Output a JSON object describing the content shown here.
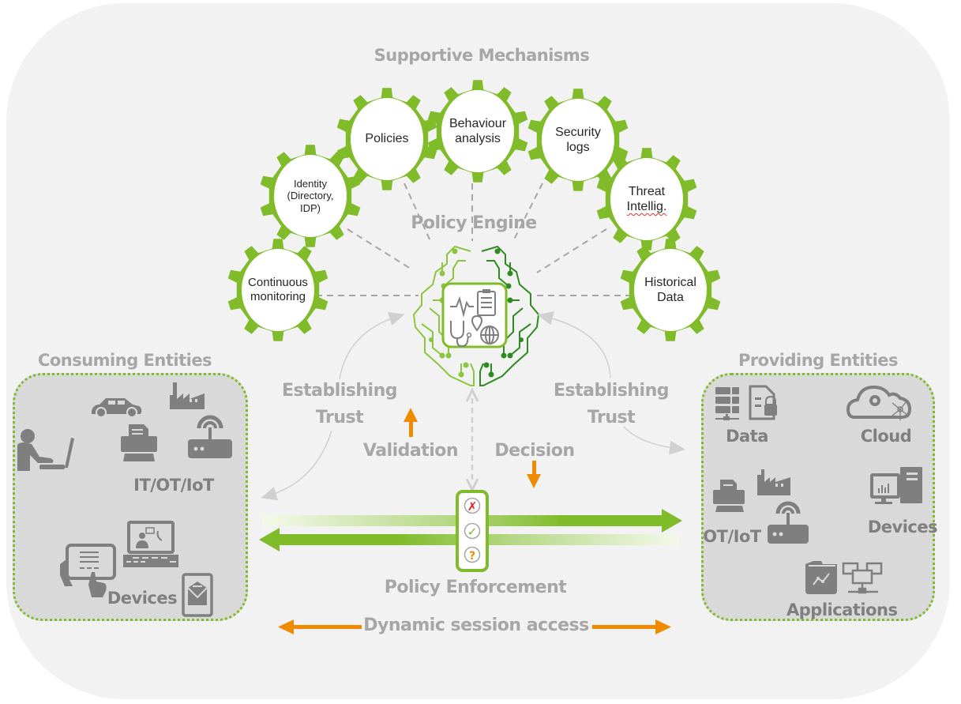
{
  "title": "Supportive Mechanisms",
  "policy_engine": {
    "label": "Policy Engine",
    "center_icons": [
      "heartbeat-icon",
      "clipboard-checklist-icon",
      "stethoscope-icon",
      "location-globe-icon"
    ]
  },
  "mechanisms": [
    {
      "id": "continuous-monitoring",
      "lines": [
        "Continuous",
        "monitoring"
      ]
    },
    {
      "id": "identity",
      "lines": [
        "Identity",
        "(Directory,",
        "IDP)"
      ]
    },
    {
      "id": "policies",
      "lines": [
        "Policies"
      ]
    },
    {
      "id": "behaviour-analysis",
      "lines": [
        "Behaviour",
        "analysis"
      ]
    },
    {
      "id": "security-logs",
      "lines": [
        "Security",
        "logs"
      ]
    },
    {
      "id": "threat-intelligence",
      "lines": [
        "Threat",
        "Intellig."
      ]
    },
    {
      "id": "historical-data",
      "lines": [
        "Historical",
        "Data"
      ]
    }
  ],
  "consuming": {
    "title": "Consuming Entities",
    "group_it": "IT/OT/IoT",
    "group_devices": "Devices",
    "icons": [
      "user-laptop-icon",
      "car-icon",
      "factory-icon",
      "printer-icon",
      "router-icon",
      "tablet-touch-icon",
      "laptop-video-call-icon",
      "mobile-mail-icon"
    ]
  },
  "providing": {
    "title": "Providing Entities",
    "group_data": "Data",
    "group_cloud": "Cloud",
    "group_otiot": "OT/IoT",
    "group_devices": "Devices",
    "group_apps": "Applications",
    "icons": [
      "server-icon",
      "locked-document-icon",
      "cloud-network-icon",
      "printer-icon",
      "factory-icon",
      "router-icon",
      "desktop-computer-icon",
      "analytics-folder-icon",
      "network-computers-icon"
    ]
  },
  "flow": {
    "trust_left": [
      "Establishing",
      "Trust"
    ],
    "trust_right": [
      "Establishing",
      "Trust"
    ],
    "validation": "Validation",
    "decision": "Decision",
    "enforcement": "Policy Enforcement",
    "dynamic": "Dynamic session access",
    "enforcement_states": [
      {
        "icon": "deny-x-icon",
        "symbol": "✗",
        "color": "#e02020"
      },
      {
        "icon": "allow-check-icon",
        "symbol": "✓",
        "color": "#7cb82a"
      },
      {
        "icon": "unknown-question-icon",
        "symbol": "?",
        "color": "#f08a00"
      }
    ]
  },
  "colors": {
    "gear_green": "#80bb2a",
    "dark_green": "#2e8b1f",
    "orange": "#f08a00",
    "label_gray": "#a6a6a6",
    "icon_gray": "#7f7f7f",
    "panel_bg": "#f2f2f2",
    "entity_bg": "#d9d9d9"
  }
}
